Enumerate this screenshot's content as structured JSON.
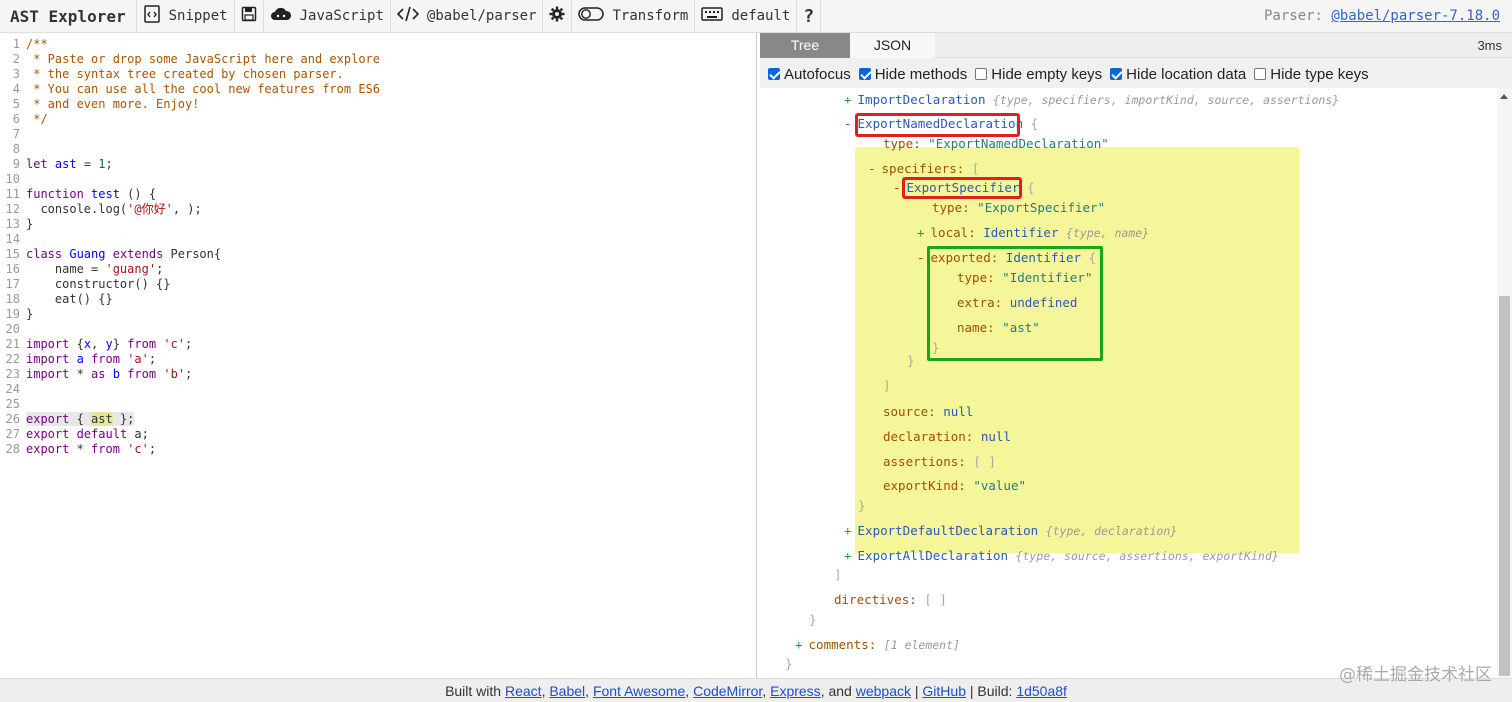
{
  "toolbar": {
    "brand": "AST Explorer",
    "snippet_label": "Snippet",
    "language_label": "JavaScript",
    "parser_label": "@babel/parser",
    "transform_label": "Transform",
    "keymap_label": "default",
    "help_label": "?",
    "parser_info_prefix": "Parser: ",
    "parser_info_link": "@babel/parser-7.18.0",
    "icons": [
      "code-file-icon",
      "save-icon",
      "cloud-icon",
      "code-brackets-icon",
      "gear-icon",
      "toggle-icon",
      "keyboard-icon",
      "question-icon"
    ]
  },
  "editor": {
    "lines": [
      "/**",
      " * Paste or drop some JavaScript here and explore",
      " * the syntax tree created by chosen parser.",
      " * You can use all the cool new features from ES6",
      " * and even more. Enjoy!",
      " */",
      "",
      "",
      "let ast = 1;",
      "",
      "function test () {",
      "  console.log('@你好', );",
      "}",
      "",
      "class Guang extends Person{",
      "    name = 'guang';",
      "    constructor() {}",
      "    eat() {}",
      "}",
      "",
      "import {x, y} from 'c';",
      "import a from 'a';",
      "import * as b from 'b';",
      "",
      "",
      "export { ast };",
      "export default a;",
      "export * from 'c';"
    ]
  },
  "output": {
    "tabs": {
      "tree": "Tree",
      "json": "JSON"
    },
    "time": "3ms",
    "options": {
      "autofocus": {
        "label": "Autofocus",
        "checked": true
      },
      "hide_methods": {
        "label": "Hide methods",
        "checked": true
      },
      "hide_empty": {
        "label": "Hide empty keys",
        "checked": false
      },
      "hide_location": {
        "label": "Hide location data",
        "checked": true
      },
      "hide_type": {
        "label": "Hide type keys",
        "checked": false
      }
    },
    "tree": {
      "import_decl": {
        "name": "ImportDeclaration",
        "meta": "{type, specifiers, importKind, source, assertions}"
      },
      "export_named": {
        "name": "ExportNamedDeclaration",
        "brace": "{"
      },
      "type_line": {
        "key": "type:",
        "value": "\"ExportNamedDeclaration\""
      },
      "specifiers": {
        "key": "specifiers:",
        "brace": "["
      },
      "export_spec": {
        "name": "ExportSpecifier",
        "brace": "{"
      },
      "spec_type": {
        "key": "type:",
        "value": "\"ExportSpecifier\""
      },
      "local": {
        "key": "local:",
        "node": "Identifier",
        "meta": "{type, name}"
      },
      "exported": {
        "key": "exported:",
        "node": "Identifier",
        "brace": "{"
      },
      "exp_type": {
        "key": "type:",
        "value": "\"Identifier\""
      },
      "exp_extra": {
        "key": "extra:",
        "value": "undefined"
      },
      "exp_name": {
        "key": "name:",
        "value": "\"ast\""
      },
      "close_brace": "}",
      "close_bracket": "]",
      "source": {
        "key": "source:",
        "value": "null"
      },
      "declaration": {
        "key": "declaration:",
        "value": "null"
      },
      "assertions": {
        "key": "assertions:",
        "value": "[ ]"
      },
      "exportKind": {
        "key": "exportKind:",
        "value": "\"value\""
      },
      "export_default": {
        "name": "ExportDefaultDeclaration",
        "meta": "{type, declaration}"
      },
      "export_all": {
        "name": "ExportAllDeclaration",
        "meta": "{type, source, assertions, exportKind}"
      },
      "directives": {
        "key": "directives:",
        "value": "[ ]"
      },
      "comments": {
        "key": "comments:",
        "meta": "[1 element]"
      }
    }
  },
  "footer": {
    "built_with": "Built with",
    "links": [
      "React",
      "Babel",
      "Font Awesome",
      "CodeMirror",
      "Express",
      "webpack",
      "GitHub",
      "1d50a8f"
    ],
    "and": "and",
    "build": "Build:"
  },
  "watermark": "@稀土掘金技术社区",
  "colors": {
    "highlight": "#f5f59a",
    "annotation_red": "#e02020",
    "annotation_green": "#1aa51a"
  }
}
